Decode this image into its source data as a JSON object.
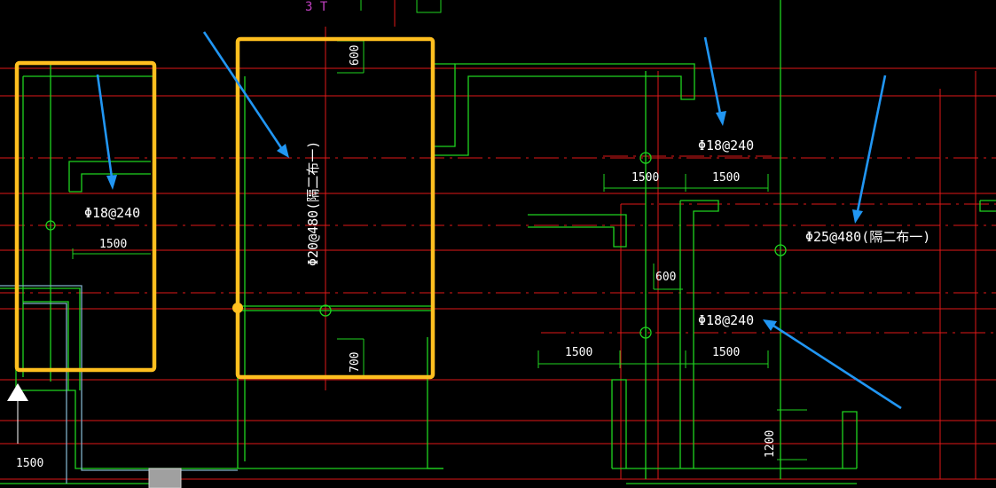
{
  "top_fragment": "3 T",
  "rebar_labels": {
    "left_box": "Φ18@240",
    "right_top": "Φ18@240",
    "right_mid": "Φ18@240",
    "far_right": "Φ25@480(隔二布一)",
    "center_vertical": "Φ20@480(隔二布一)"
  },
  "dimensions": {
    "d600_top": "600",
    "d700": "700",
    "d1500_left": "1500",
    "d1500_r1": "1500",
    "d1500_r2": "1500",
    "d600_mid": "600",
    "d1500_r3": "1500",
    "d1500_r4": "1500",
    "d1500_bottom_left": "1500",
    "d1200": "1200"
  },
  "colors": {
    "background": "#000000",
    "wall_lines": "#1fd41f",
    "axis_lines": "#e01818",
    "highlight_boxes": "#ffbf1f",
    "annotation_arrows": "#2196f3",
    "text": "#ffffff"
  }
}
